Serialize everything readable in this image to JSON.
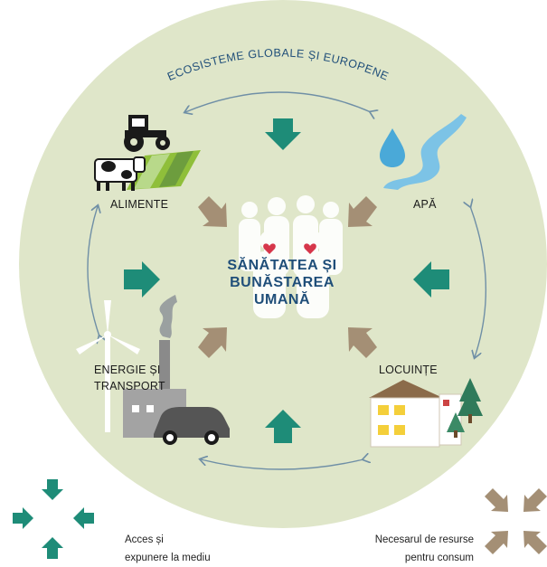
{
  "title": "ECOSISTEME GLOBALE ȘI EUROPENE",
  "center": {
    "line1": "SĂNĂTATEA ȘI",
    "line2": "BUNĂSTAREA",
    "line3": "UMANĂ"
  },
  "nodes": {
    "food": "ALIMENTE",
    "water": "APĂ",
    "energy_line1": "ENERGIE ȘI",
    "energy_line2": "TRANSPORT",
    "housing": "LOCUINȚE"
  },
  "legend": {
    "access_line1": "Acces și",
    "access_line2": "expunere la mediu",
    "resources_line1": "Necesarul de resurse",
    "resources_line2": "pentru consum"
  },
  "colors": {
    "circle": "#dfe6c9",
    "teal_arrow": "#1e8c78",
    "brown_arrow": "#a48f75",
    "connector": "#6f8fa6",
    "center_text": "#1f4e79"
  }
}
